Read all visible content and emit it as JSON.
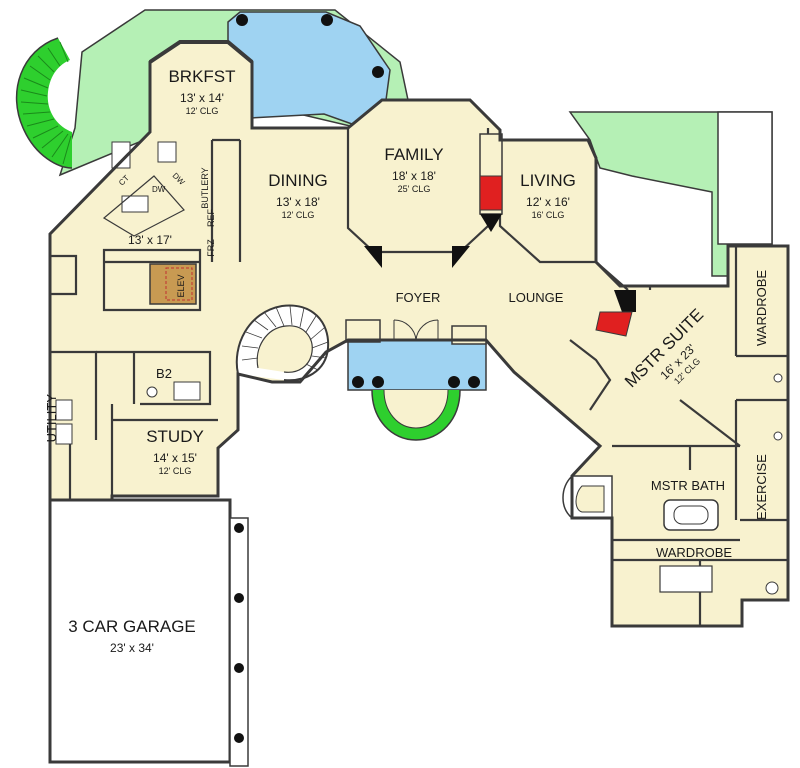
{
  "colors": {
    "floor": "#f8f2cf",
    "wall": "#3a3a3a",
    "lawn": "#b5f0b5",
    "stair_green": "#2ecf2e",
    "pool": "#9fd3f2",
    "fireplace": "#e02020",
    "elevator": "#c89a52",
    "garage": "#ffffff",
    "column": "#111111"
  },
  "rooms": [
    {
      "id": "brkfst",
      "name": "BRKFST",
      "dims": "13' x 14'",
      "clg": "12' CLG"
    },
    {
      "id": "dining",
      "name": "DINING",
      "dims": "13' x 18'",
      "clg": "12' CLG"
    },
    {
      "id": "family",
      "name": "FAMILY",
      "dims": "18' x 18'",
      "clg": "25' CLG"
    },
    {
      "id": "living",
      "name": "LIVING",
      "dims": "12' x 16'",
      "clg": "16' CLG"
    },
    {
      "id": "kitchen",
      "name": "",
      "dims": "13' x 17'",
      "clg": ""
    },
    {
      "id": "study",
      "name": "STUDY",
      "dims": "14' x 15'",
      "clg": "12' CLG"
    },
    {
      "id": "garage",
      "name": "3 CAR GARAGE",
      "dims": "23' x 34'",
      "clg": ""
    },
    {
      "id": "mstr-suite",
      "name": "MSTR SUITE",
      "dims": "16' x 23'",
      "clg": "12' CLG"
    }
  ],
  "labels": {
    "foyer": "FOYER",
    "lounge": "LOUNGE",
    "utility": "UTILITY",
    "b2": "B2",
    "mstr_bath": "MSTR BATH",
    "exercise": "EXERCISE",
    "wardrobe_top": "WARDROBE",
    "wardrobe_bottom": "WARDROBE",
    "butlery": "BUTLERY",
    "frz": "FRZ",
    "ref": "REF",
    "elev": "ELEV"
  },
  "fixtures": {
    "dw1": "DW",
    "dw2": "DW",
    "ct": "CT"
  },
  "icons": {
    "stair-top": "curved-stair",
    "stair-foyer": "spiral-stair",
    "fireplace": "fireplace",
    "tub": "bathtub"
  }
}
